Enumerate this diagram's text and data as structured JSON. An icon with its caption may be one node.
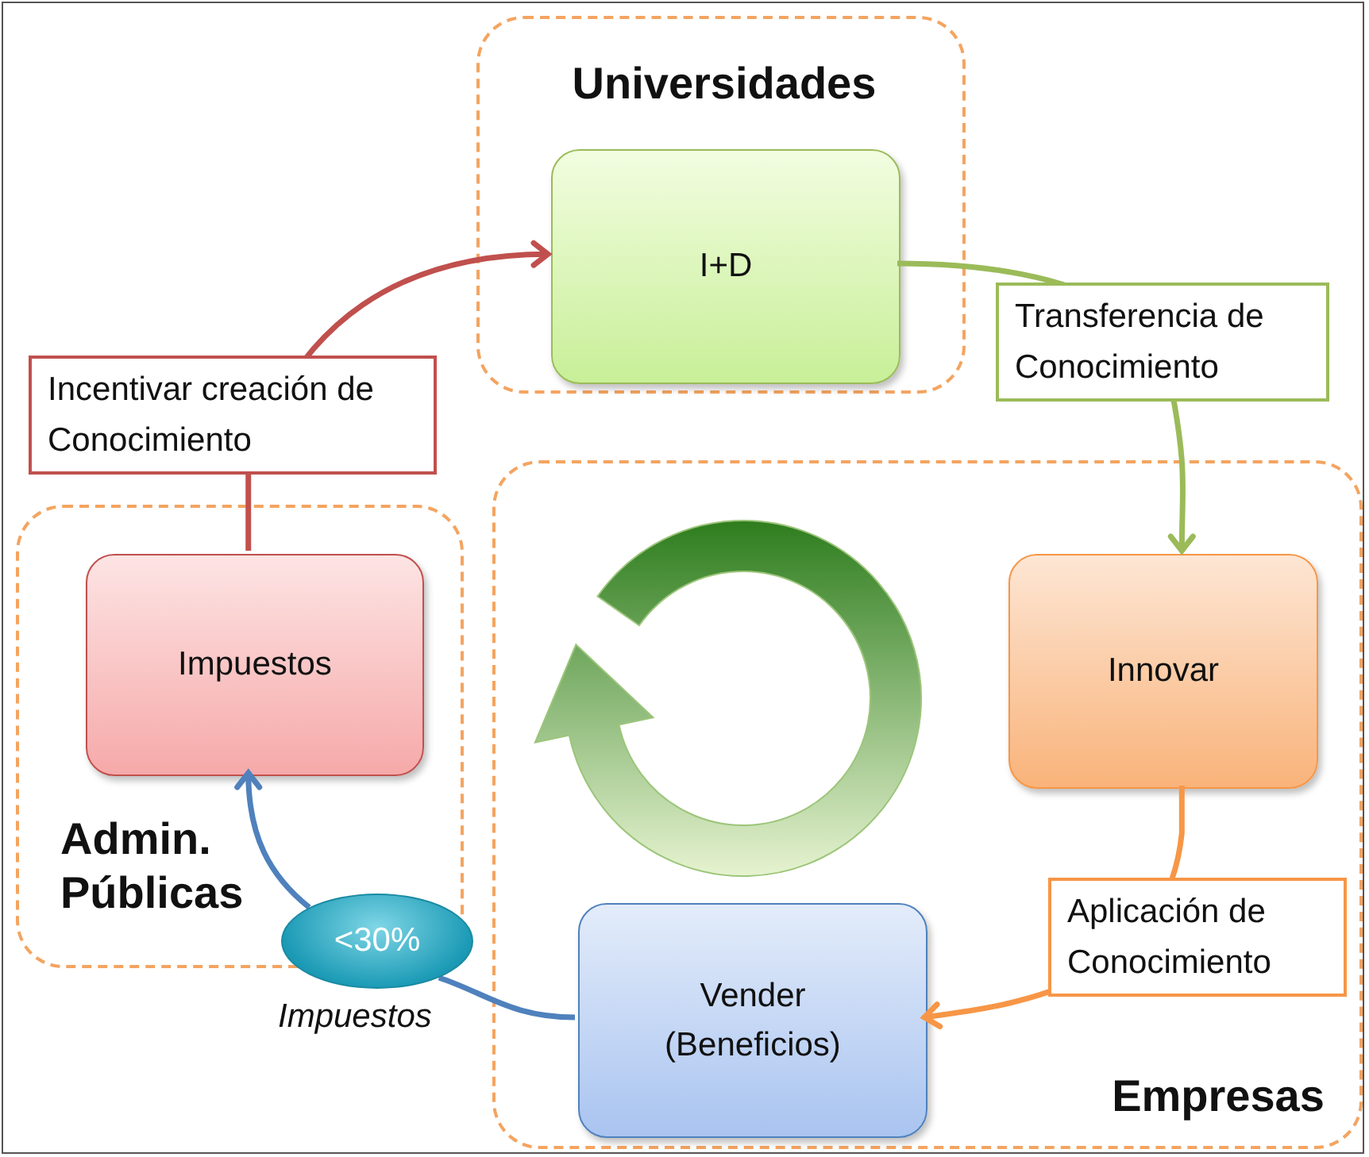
{
  "diagram": {
    "nodes": [
      {
        "text": [
          "Universidades"
        ]
      },
      {
        "text": [
          "I+D"
        ],
        "in": 0
      },
      {
        "text": [
          "Empresas"
        ]
      },
      {
        "text": [
          "Innovar"
        ],
        "in": 2
      },
      {
        "text": [
          "Vender (Beneficios)"
        ],
        "in": 2
      },
      {
        "text": [
          "Admin. Públicas"
        ]
      },
      {
        "text": [
          "Impuestos"
        ],
        "in": 5
      },
      {
        "text": [
          "<30%"
        ],
        "beside": [
          "Impuestos"
        ]
      }
    ],
    "edges": [
      {
        "from": 6,
        "to": 1,
        "arrow": "to",
        "label": "Incentivar creación de Conocimiento",
        "color": "#c0504d"
      },
      {
        "from": 1,
        "to": 3,
        "arrow": "to",
        "label": "Transferencia de Conocimiento",
        "color": "#9bbb59"
      },
      {
        "from": 3,
        "to": 4,
        "arrow": "to",
        "label": "Aplicación de Conocimiento",
        "color": "#f79646"
      },
      {
        "from": 4,
        "to": 7,
        "arrow": "none",
        "color": "#4f81bd"
      },
      {
        "from": 7,
        "to": 6,
        "arrow": "to",
        "color": "#4f81bd"
      }
    ]
  }
}
